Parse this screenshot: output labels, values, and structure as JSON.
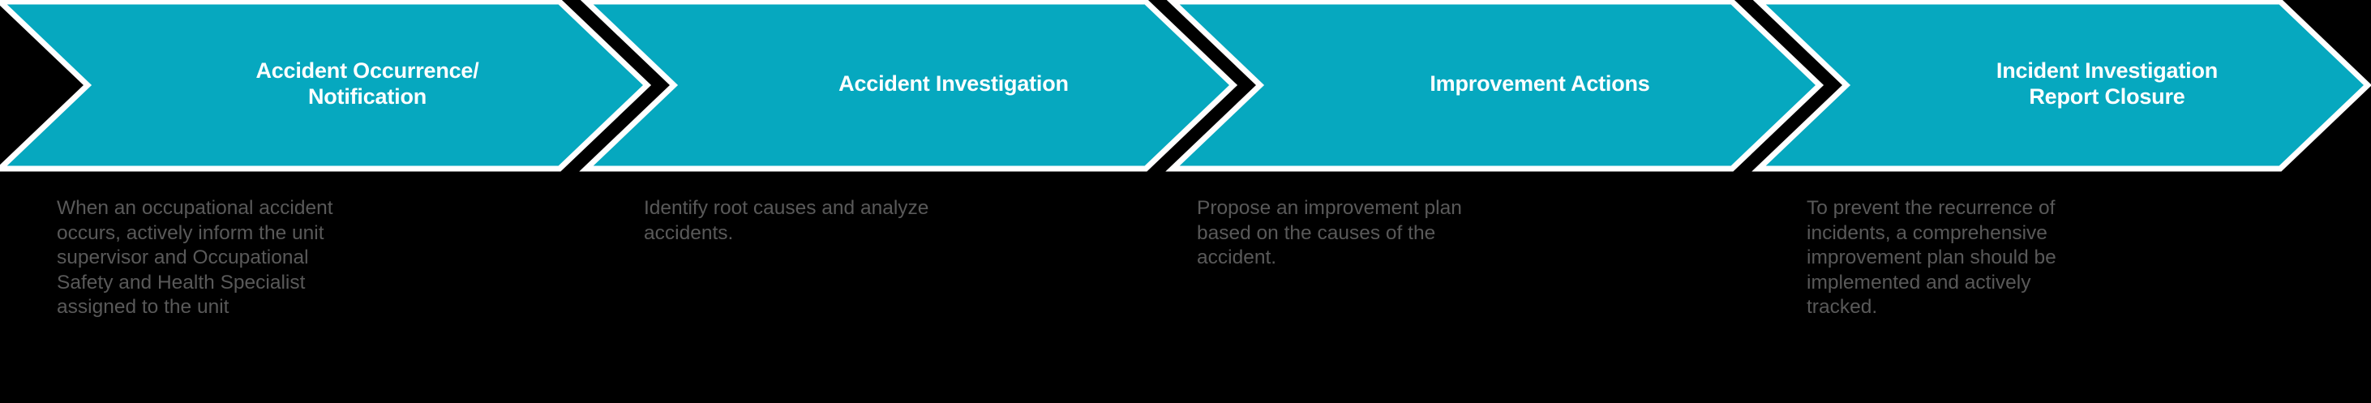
{
  "diagram": {
    "type": "process-flow-chevron",
    "background_color": "#000000",
    "chevron_fill_color": "#06A8BF",
    "chevron_outline_color": "#FFFFFF",
    "title_text_color": "#FFFFFF",
    "description_text_color": "#595959",
    "step_count": 4,
    "steps": [
      {
        "index": 1,
        "title": "Accident Occurrence/\nNotification",
        "description": "When an occupational accident occurs, actively inform the unit supervisor and Occupational Safety and Health Specialist assigned to the unit"
      },
      {
        "index": 2,
        "title": "Accident Investigation",
        "description": "Identify root causes and analyze accidents."
      },
      {
        "index": 3,
        "title": "Improvement Actions",
        "description": "Propose an improvement plan based on the causes of the accident."
      },
      {
        "index": 4,
        "title": "Incident Investigation\nReport Closure",
        "description": "To prevent the recurrence of incidents, a comprehensive improvement plan should be implemented and actively tracked."
      }
    ]
  }
}
